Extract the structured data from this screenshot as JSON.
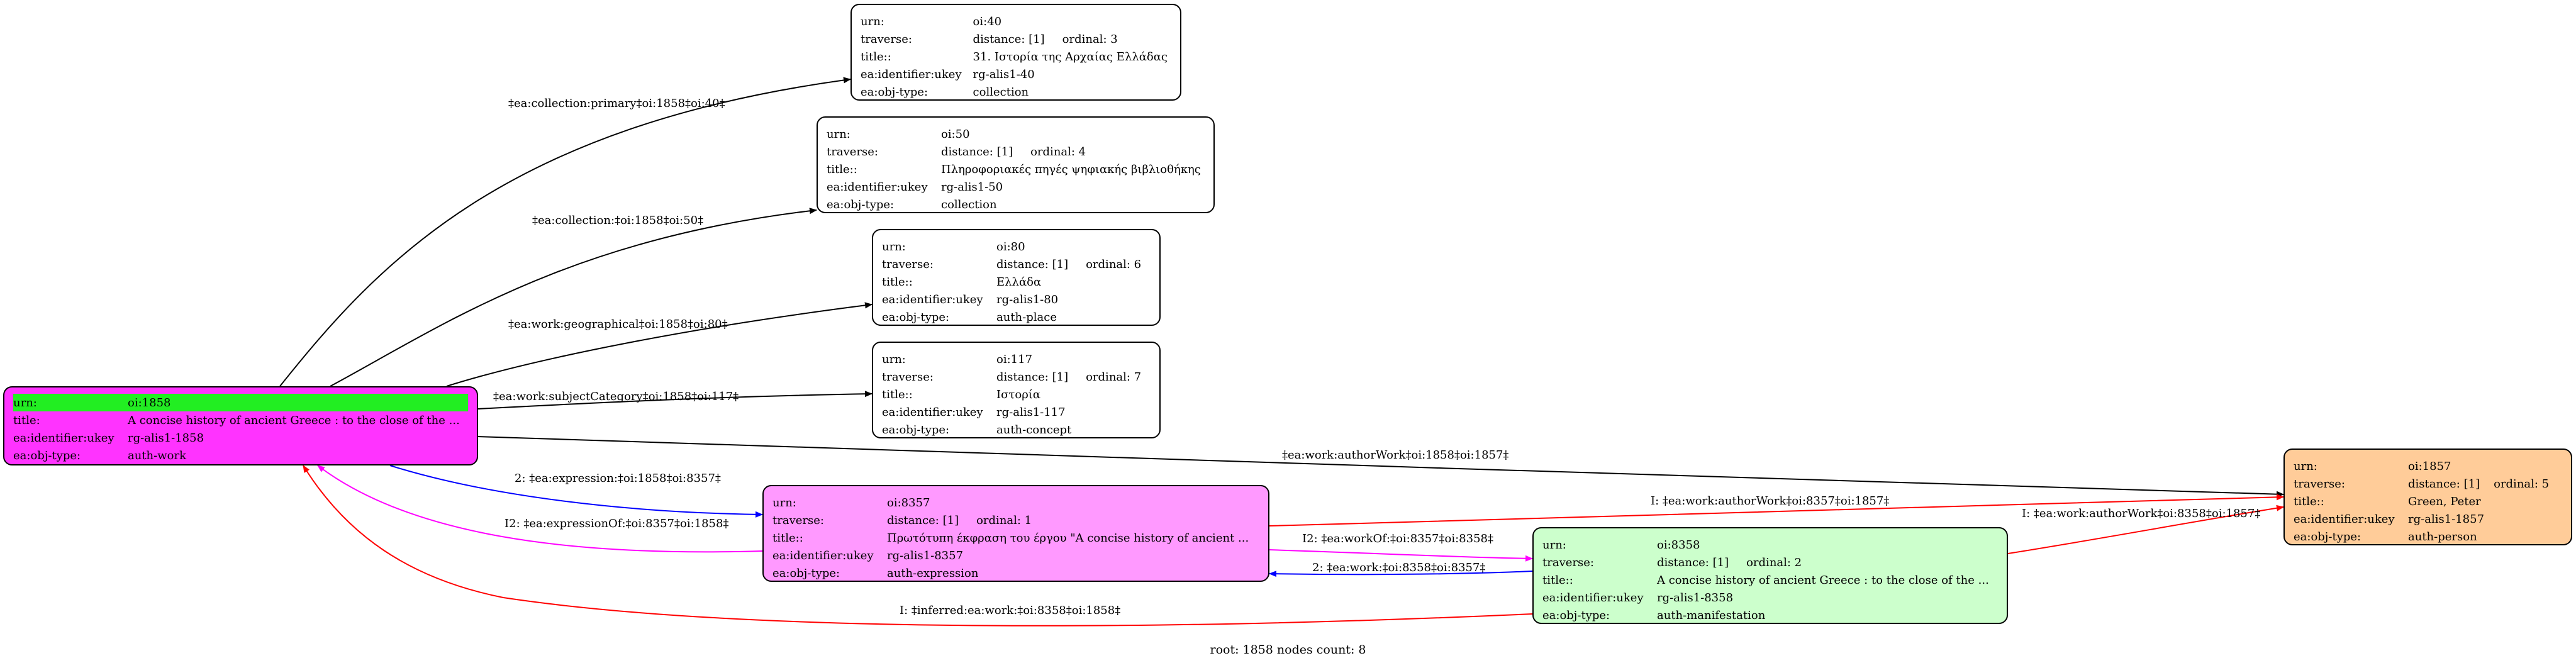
{
  "nodes": {
    "n40": {
      "urn": "oi:40",
      "traverse": "distance: [1]",
      "ordinal": "ordinal: 3",
      "title": "31. Ιστορία της Αρχαίας Ελλάδας",
      "ukey": "rg-alis1-40",
      "objtype": "collection",
      "color": "#ffffff"
    },
    "n50": {
      "urn": "oi:50",
      "traverse": "distance: [1]",
      "ordinal": "ordinal: 4",
      "title": "Πληροφοριακές πηγές ψηφιακής βιβλιοθήκης",
      "ukey": "rg-alis1-50",
      "objtype": "collection",
      "color": "#ffffff"
    },
    "n80": {
      "urn": "oi:80",
      "traverse": "distance: [1]",
      "ordinal": "ordinal: 6",
      "title": "Ελλάδα",
      "ukey": "rg-alis1-80",
      "objtype": "auth-place",
      "color": "#ffffff"
    },
    "n117": {
      "urn": "oi:117",
      "traverse": "distance: [1]",
      "ordinal": "ordinal: 7",
      "title": "Ιστορία",
      "ukey": "rg-alis1-117",
      "objtype": "auth-concept",
      "color": "#ffffff"
    },
    "n1858": {
      "urn": "oi:1858",
      "title": "A concise history of ancient Greece : to the close of the ...",
      "ukey": "rg-alis1-1858",
      "objtype": "auth-work",
      "color": "#ff33ff",
      "urn_highlight": "#22ee22"
    },
    "n8357": {
      "urn": "oi:8357",
      "traverse": "distance: [1]",
      "ordinal": "ordinal: 1",
      "title": "Πρωτότυπη έκφραση του έργου \"A concise history of ancient ...",
      "ukey": "rg-alis1-8357",
      "objtype": "auth-expression",
      "color": "#ff99ff"
    },
    "n8358": {
      "urn": "oi:8358",
      "traverse": "distance: [1]",
      "ordinal": "ordinal: 2",
      "title": "A concise history of ancient Greece : to the close of the ...",
      "ukey": "rg-alis1-8358",
      "objtype": "auth-manifestation",
      "color": "#ccffcc"
    },
    "n1857": {
      "urn": "oi:1857",
      "traverse": "distance: [1]",
      "ordinal": "ordinal: 5",
      "title": "Green, Peter",
      "ukey": "rg-alis1-1857",
      "objtype": "auth-person",
      "color": "#ffcc99"
    }
  },
  "field_labels": {
    "urn": "urn:",
    "traverse": "traverse:",
    "title": "title::",
    "title_root": "title:",
    "ukey": "ea:identifier:ukey",
    "objtype": "ea:obj-type:"
  },
  "edges": [
    {
      "id": "e1",
      "label": "‡ea:collection:primary‡oi:1858‡oi:40‡",
      "color": "#000000"
    },
    {
      "id": "e2",
      "label": "‡ea:collection:‡oi:1858‡oi:50‡",
      "color": "#000000"
    },
    {
      "id": "e3",
      "label": "‡ea:work:geographical‡oi:1858‡oi:80‡",
      "color": "#000000"
    },
    {
      "id": "e4",
      "label": "‡ea:work:subjectCategory‡oi:1858‡oi:117‡",
      "color": "#000000"
    },
    {
      "id": "e5",
      "label": "‡ea:work:authorWork‡oi:1858‡oi:1857‡",
      "color": "#000000"
    },
    {
      "id": "e6",
      "label": "2: ‡ea:expression:‡oi:1858‡oi:8357‡",
      "color": "#0000ff"
    },
    {
      "id": "e7",
      "label": "I2: ‡ea:expressionOf:‡oi:8357‡oi:1858‡",
      "color": "#ff00ff"
    },
    {
      "id": "e8",
      "label": "I: ‡ea:work:authorWork‡oi:8357‡oi:1857‡",
      "color": "#ff0000"
    },
    {
      "id": "e9",
      "label": "I2: ‡ea:workOf:‡oi:8357‡oi:8358‡",
      "color": "#ff00ff"
    },
    {
      "id": "e10",
      "label": "2: ‡ea:work:‡oi:8358‡oi:8357‡",
      "color": "#0000ff"
    },
    {
      "id": "e11",
      "label": "I: ‡ea:work:authorWork‡oi:8358‡oi:1857‡",
      "color": "#ff0000"
    },
    {
      "id": "e12",
      "label": "I: ‡inferred:ea:work:‡oi:8358‡oi:1858‡",
      "color": "#ff0000"
    }
  ],
  "footer": "root: 1858 nodes count: 8"
}
